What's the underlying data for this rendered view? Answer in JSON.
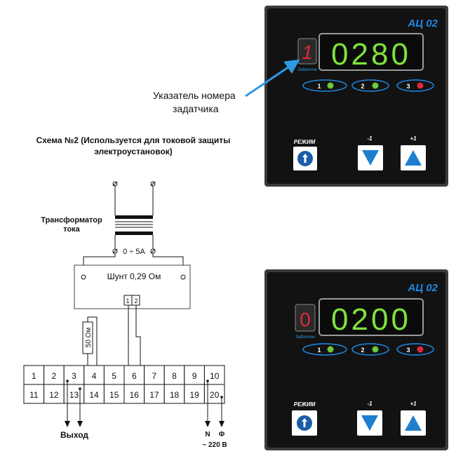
{
  "pointer_label": {
    "line1": "Указатель номера",
    "line2": "задатчика"
  },
  "schema_title": {
    "line1": "Схема №2 (Используется для токовой защиты",
    "line2": "электроустановок)"
  },
  "transformer": {
    "label_line1": "Трансформатор",
    "label_line2": "тока",
    "rating": "0 ÷ 5A"
  },
  "shunt": {
    "label": "Шунт  0,29 Ом",
    "terminal_1": "1",
    "terminal_2": "2"
  },
  "resistor_label": "50 Ом",
  "terminal_block": {
    "top_row": [
      "1",
      "2",
      "3",
      "4",
      "5",
      "6",
      "7",
      "8",
      "9",
      "10"
    ],
    "bottom_row": [
      "11",
      "12",
      "13",
      "14",
      "15",
      "16",
      "17",
      "18",
      "19",
      "20"
    ]
  },
  "outputs": {
    "output_label": "Выход",
    "neutral": "N",
    "phase": "Ф",
    "supply": "~ 220 В"
  },
  "devices": [
    {
      "model": "АЦ 02",
      "setpoint_indicator": "1",
      "display_value": "0280",
      "setpoint_caption": "Задатчик",
      "leds": [
        {
          "label": "1",
          "color": "#6cc83c"
        },
        {
          "label": "2",
          "color": "#6cc83c"
        },
        {
          "label": "3",
          "color": "#e0283a"
        }
      ],
      "buttons": {
        "mode_label": "РЕЖИМ",
        "minus_label": "-1",
        "plus_label": "+1"
      }
    },
    {
      "model": "АЦ 02",
      "setpoint_indicator": "0",
      "display_value": "0200",
      "setpoint_caption": "Задатчик",
      "leds": [
        {
          "label": "1",
          "color": "#6cc83c"
        },
        {
          "label": "2",
          "color": "#6cc83c"
        },
        {
          "label": "3",
          "color": "#e0283a"
        }
      ],
      "buttons": {
        "mode_label": "РЕЖИМ",
        "minus_label": "-1",
        "plus_label": "+1"
      }
    }
  ],
  "colors": {
    "panel": "#121212",
    "display_digits": "#7ee23a",
    "setpoint_digit": "#e0283a",
    "accent_blue": "#1e88e5",
    "arrow_blue": "#2d9ae6"
  }
}
